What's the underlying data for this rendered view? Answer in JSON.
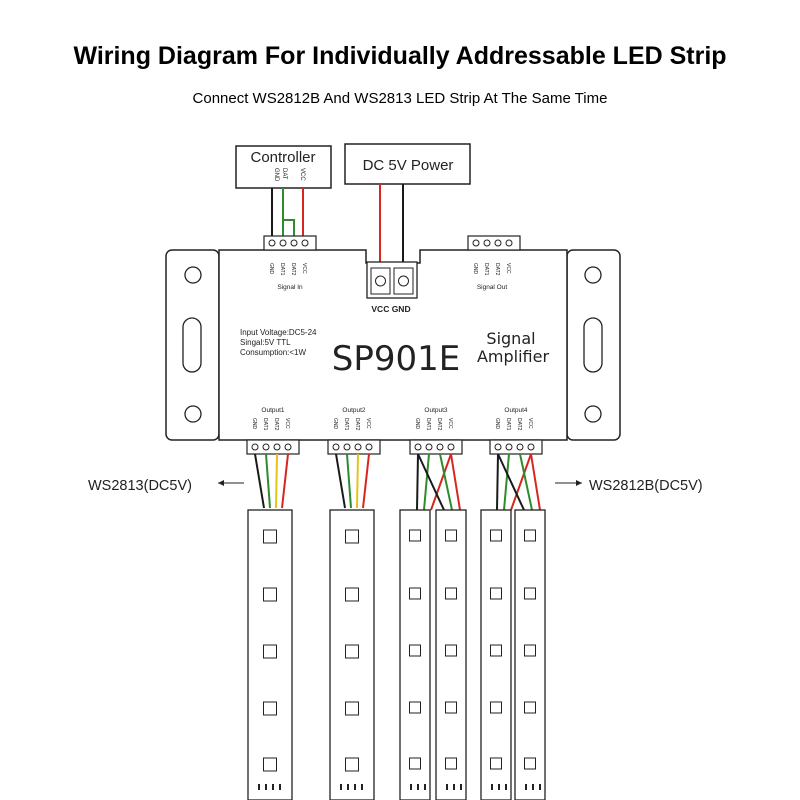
{
  "header": {
    "title": "Wiring Diagram For Individually Addressable LED Strip",
    "subtitle": "Connect WS2812B And WS2813 LED Strip At The Same Time"
  },
  "controller": {
    "label": "Controller",
    "pins": [
      "GND",
      "DAT",
      "VCC"
    ]
  },
  "power": {
    "label": "DC 5V Power",
    "terminal_label": "VCC GND"
  },
  "device": {
    "model": "SP901E",
    "name_line1": "Signal",
    "name_line2": "Amplifier",
    "specs": [
      "Input Voltage:DC5-24",
      "Singal:5V TTL",
      "Consumption:<1W"
    ],
    "signal_in_label": "Signal In",
    "signal_out_label": "Signal Out",
    "port_pins": [
      "GND",
      "DAT1",
      "DAT2",
      "VCC"
    ],
    "outputs": [
      "Output1",
      "Output2",
      "Output3",
      "Output4"
    ]
  },
  "strips": {
    "left_label": "WS2813(DC5V)",
    "right_label": "WS2812B(DC5V)"
  },
  "colors": {
    "red_wire": "#d7261e",
    "green_wire": "#2e8b2e",
    "yellow_wire": "#e5c21a",
    "black_wire": "#1a1a1a",
    "outline": "#222222"
  }
}
